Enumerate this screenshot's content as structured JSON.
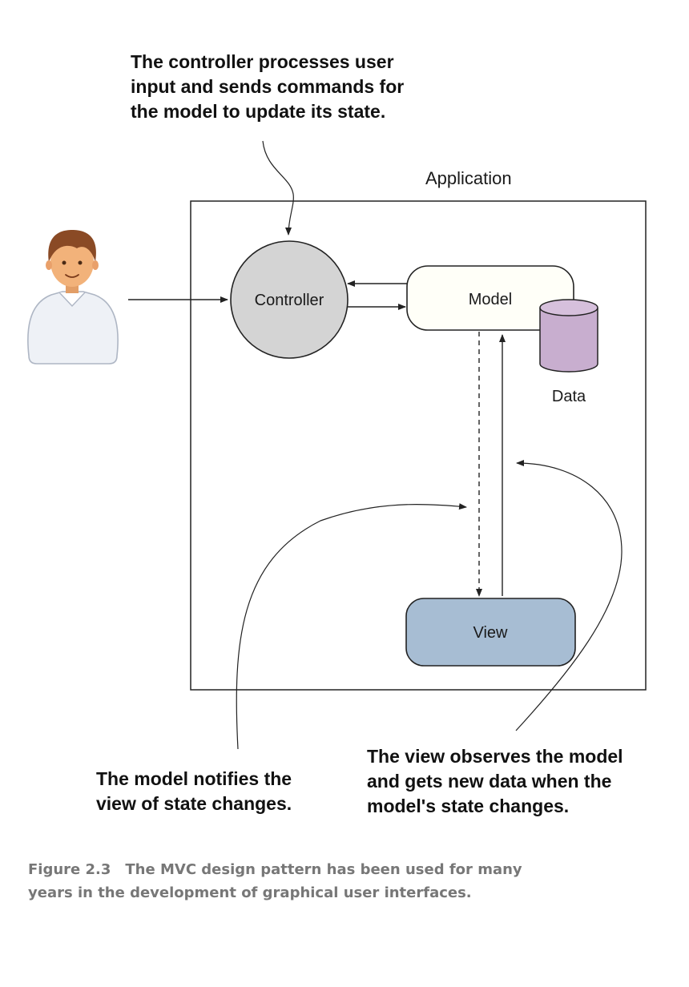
{
  "annotations": {
    "controller": [
      "The controller processes user",
      "input and sends commands for",
      "the model to update its state."
    ],
    "model": [
      "The model notifies the",
      "view of state changes."
    ],
    "view": [
      "The view observes the model",
      "and gets new data when the",
      "model's state changes."
    ]
  },
  "labels": {
    "application": "Application",
    "controller": "Controller",
    "model": "Model",
    "view": "View",
    "data": "Data"
  },
  "caption": {
    "figure_label": "Figure 2.3",
    "line1": "The MVC design pattern has been used for many",
    "line2": "years in the development of graphical user interfaces."
  },
  "colors": {
    "controller_fill": "#d4d4d4",
    "model_fill": "#fffff8",
    "view_fill": "#a7bdd3",
    "data_fill": "#c8aecf",
    "user_skin": "#f2b27a",
    "user_hair": "#8a4a25",
    "user_shirt": "#eef1f6",
    "caption_text": "#777777"
  },
  "icons": {
    "user": "user-avatar-icon",
    "data": "database-cylinder-icon"
  }
}
